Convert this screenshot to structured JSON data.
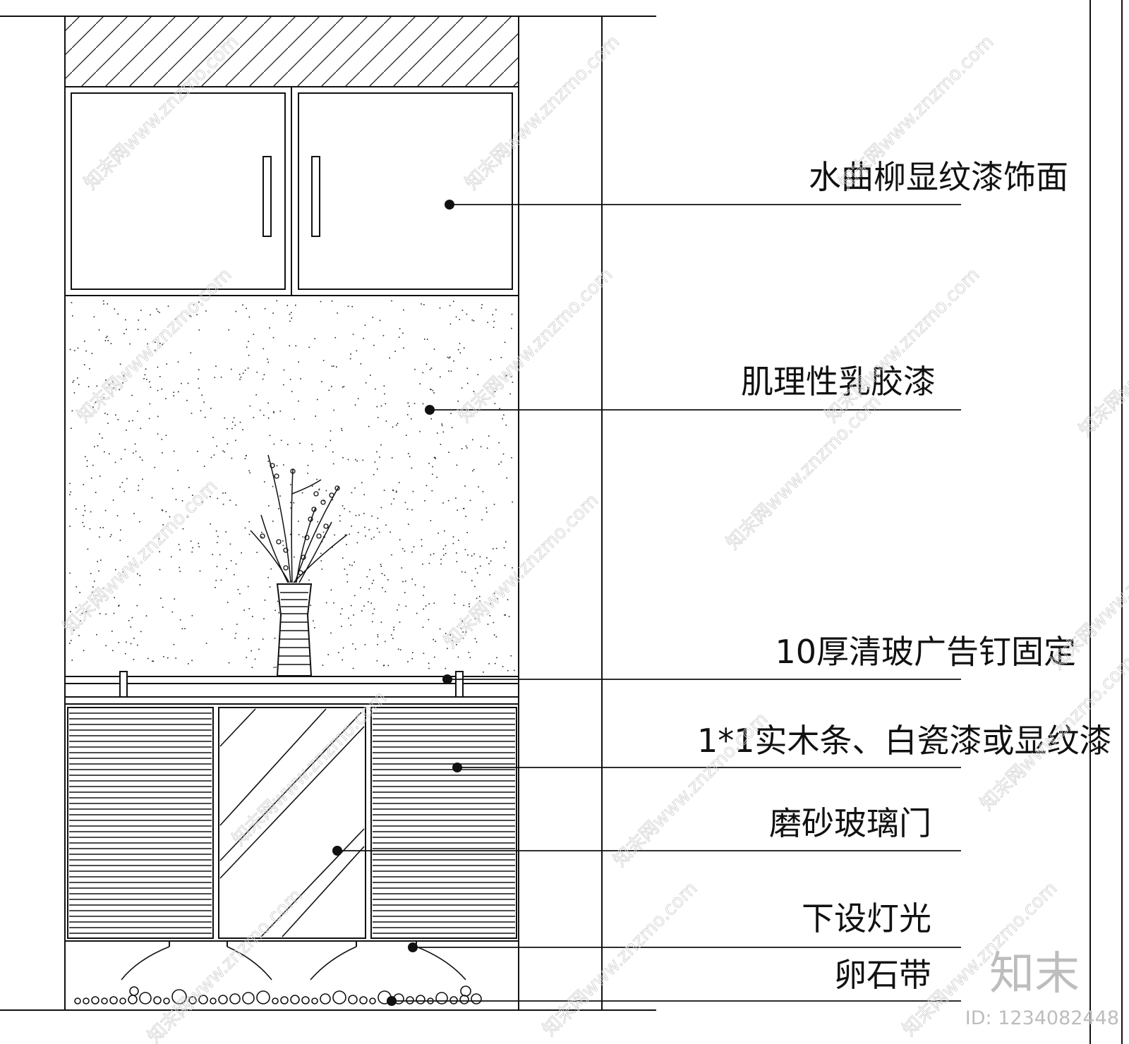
{
  "callouts": [
    {
      "id": "facing",
      "label": "水曲柳显纹漆饰面"
    },
    {
      "id": "latex",
      "label": "肌理性乳胶漆"
    },
    {
      "id": "glass-shelf",
      "label": "10厚清玻广告钉固定"
    },
    {
      "id": "wood-strip",
      "label": "1*1实木条、白瓷漆或显纹漆"
    },
    {
      "id": "frosted-door",
      "label": "磨砂玻璃门"
    },
    {
      "id": "lighting",
      "label": "下设灯光"
    },
    {
      "id": "pebble",
      "label": "卵石带"
    }
  ],
  "watermark": {
    "brand": "知末",
    "id_label": "ID: 1234082448",
    "repeat_text": "知末网www.znzmo.com"
  },
  "colors": {
    "line": "#111111",
    "watermark": "#c8c8c8"
  }
}
